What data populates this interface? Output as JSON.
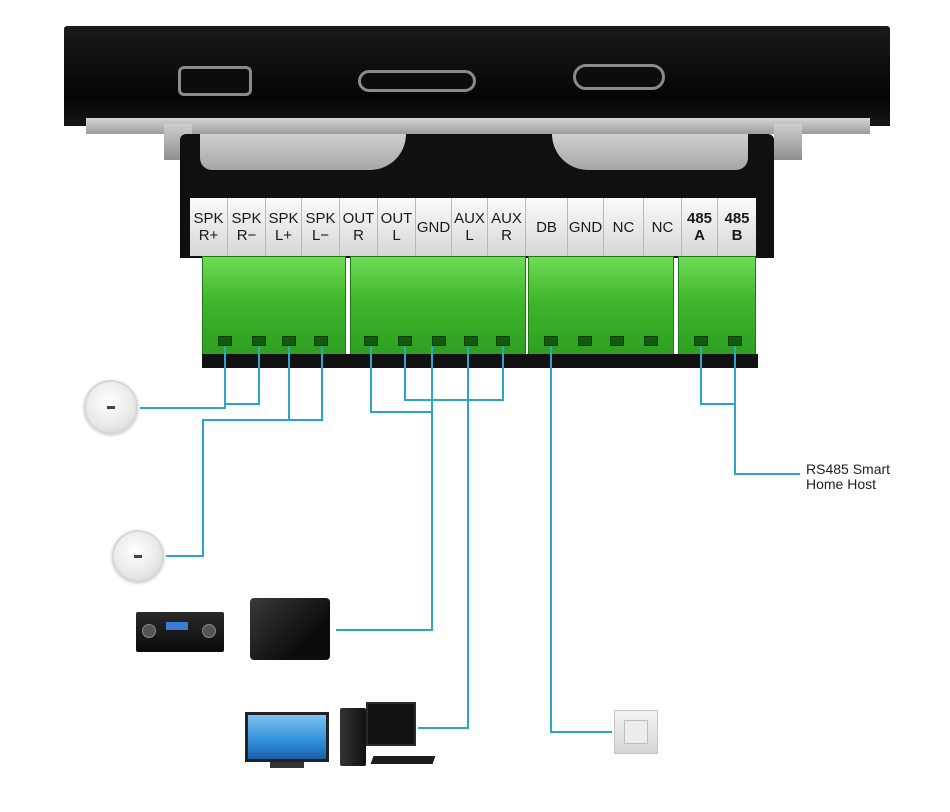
{
  "device": {
    "terminals": [
      {
        "top": "SPK",
        "bottom": "R+"
      },
      {
        "top": "SPK",
        "bottom": "R−"
      },
      {
        "top": "SPK",
        "bottom": "L+"
      },
      {
        "top": "SPK",
        "bottom": "L−"
      },
      {
        "top": "OUT",
        "bottom": "R"
      },
      {
        "top": "OUT",
        "bottom": "L"
      },
      {
        "top": "GND",
        "bottom": ""
      },
      {
        "top": "AUX",
        "bottom": "L"
      },
      {
        "top": "AUX",
        "bottom": "R"
      },
      {
        "top": "DB",
        "bottom": ""
      },
      {
        "top": "GND",
        "bottom": ""
      },
      {
        "top": "NC",
        "bottom": ""
      },
      {
        "top": "NC",
        "bottom": ""
      },
      {
        "top": "485",
        "bottom": "A"
      },
      {
        "top": "485",
        "bottom": "B"
      }
    ]
  },
  "rs485_host": "RS485 Smart\nHome Host",
  "wire_color": "#2aa7c4",
  "terminal_block_color": "#43b92f",
  "devices": {
    "speaker_1": "speaker-icon",
    "speaker_2": "speaker-icon",
    "amplifier": "amplifier-icon",
    "subwoofer": "subwoofer-icon",
    "tv_monitor": "monitor-icon",
    "computer": "desktop-computer-icon",
    "doorbell_button": "doorbell-icon"
  }
}
